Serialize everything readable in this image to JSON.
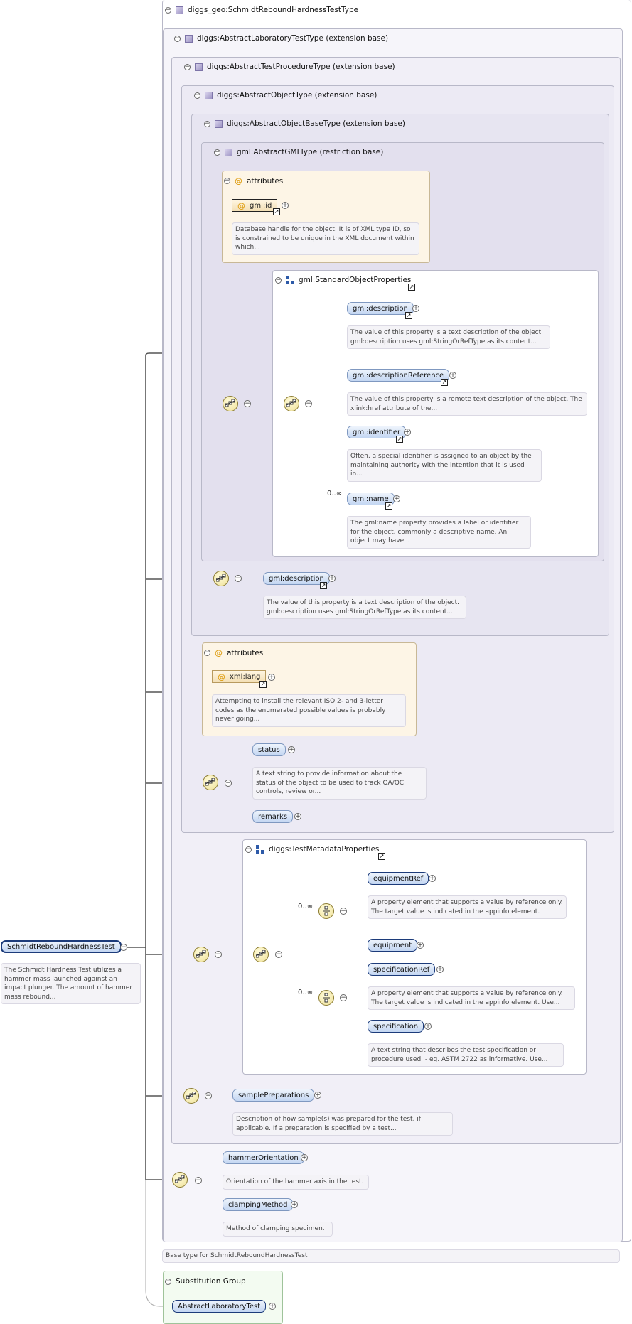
{
  "root": {
    "label": "diggs_geo:SchmidtReboundHardnessTestType"
  },
  "boxes": {
    "abstract_lab_test": "diggs:AbstractLaboratoryTestType (extension base)",
    "abstract_test_procedure": "diggs:AbstractTestProcedureType (extension base)",
    "abstract_object": "diggs:AbstractObjectType (extension base)",
    "abstract_object_base": "diggs:AbstractObjectBaseType (extension base)",
    "abstract_gml": "gml:AbstractGMLType (restriction base)",
    "attributes1": "attributes",
    "attributes2": "attributes",
    "standard_object_properties": "gml:StandardObjectProperties",
    "test_metadata_properties": "diggs:TestMetadataProperties",
    "substitution_group": "Substitution Group"
  },
  "elements": {
    "gml_id": "gml:id",
    "gml_id_desc": "Database handle for the object. It is of XML type ID, so is constrained to be unique in the XML document within which...",
    "gml_description": "gml:description",
    "gml_description_desc": "The value of this property is a text description of the object. gml:description uses gml:StringOrRefType as its content...",
    "gml_description_ref": "gml:descriptionReference",
    "gml_description_ref_desc": "The value of this property is a remote text description of the object. The xlink:href attribute of the...",
    "gml_identifier": "gml:identifier",
    "gml_identifier_desc": "Often, a special identifier is assigned to an object by the maintaining authority with the intention that it is used in...",
    "gml_name": "gml:name",
    "gml_name_desc": "The gml:name property provides a label or identifier for the object, commonly a descriptive name. An object may have...",
    "gml_description2": "gml:description",
    "gml_description2_desc": "The value of this property is a text description of the object. gml:description uses gml:StringOrRefType as its content...",
    "xml_lang": "xml:lang",
    "xml_lang_desc": "Attempting to install the relevant ISO 2- and 3-letter codes as the enumerated possible values is probably never going...",
    "status": "status",
    "status_desc": "A text string to provide information about the status of the object to be used to track QA/QC controls, review or...",
    "remarks": "remarks",
    "equipment_ref": "equipmentRef",
    "equipment_ref_desc": "A property element that supports a value by reference only. The target value is indicated in the appinfo element.",
    "equipment": "equipment",
    "specification_ref": "specificationRef",
    "specification_ref_desc": "A property element that supports a value by reference only. The target value is indicated in the appinfo element. Use...",
    "specification": "specification",
    "specification_desc": "A text string that describes the test specification or procedure used. - eg. ASTM 2722 as informative. Use...",
    "sample_preparations": "samplePreparations",
    "sample_preparations_desc": "Description of how sample(s) was prepared for the test, if applicable. If a preparation is specified by a test...",
    "hammer_orientation": "hammerOrientation",
    "hammer_orientation_desc": "Orientation of the hammer axis in the test.",
    "clamping_method": "clampingMethod",
    "clamping_method_desc": "Method of clamping specimen.",
    "main": "SchmidtReboundHardnessTest",
    "main_desc": "The Schmidt Hardness Test utilizes a hammer mass launched against an impact plunger. The amount of hammer mass rebound...",
    "abstract_lab_test_elem": "AbstractLaboratoryTest"
  },
  "occurrences": {
    "name": "0..∞",
    "choice1": "0..∞",
    "choice2": "0..∞"
  },
  "base_type_note": "Base type for SchmidtReboundHardnessTest"
}
